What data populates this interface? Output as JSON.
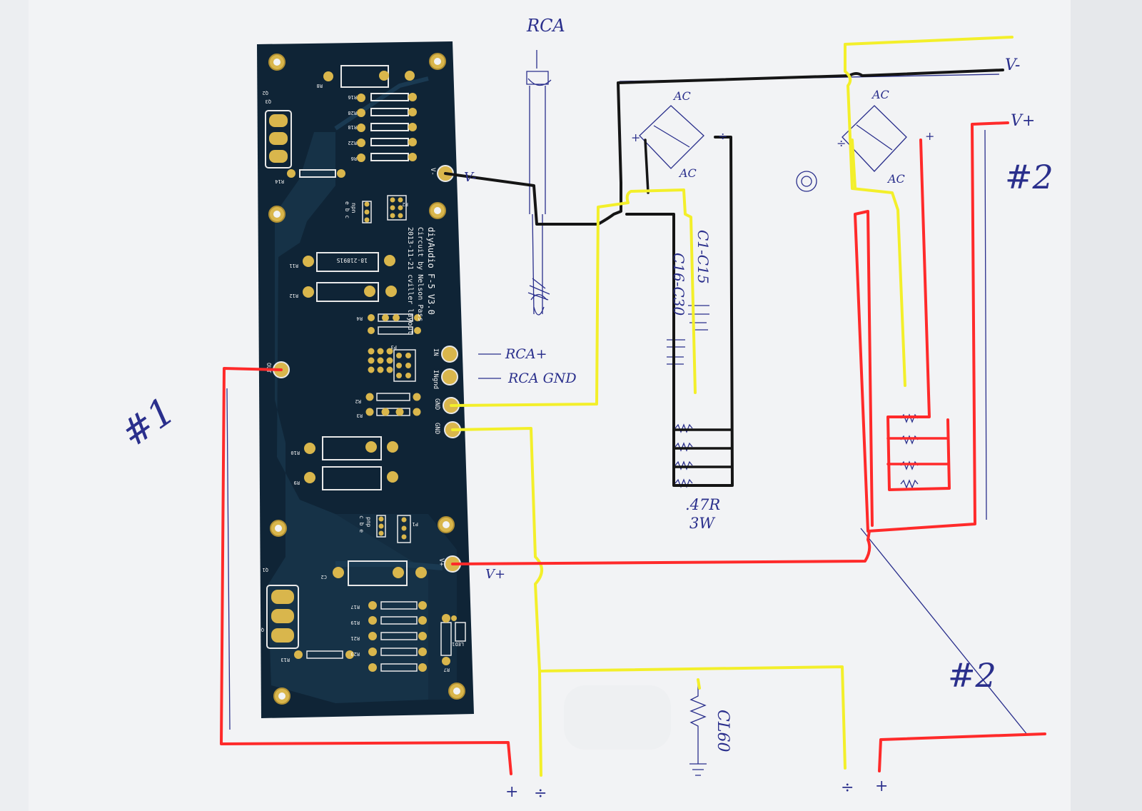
{
  "colors": {
    "board": "#0f2436",
    "gold": "#d9b64c",
    "paper": "#eceef1",
    "wire_red": "#ff2a2a",
    "wire_yellow": "#f3ef2a",
    "wire_black": "#151515",
    "pencil_blue": "#2a2f8c"
  },
  "handwriting": {
    "rca_top": "RCA",
    "v_minus": "V-",
    "v_plus": "V+",
    "ac_1a": "AC",
    "ac_1b": "AC",
    "ac_2a": "AC",
    "ac_2b": "AC",
    "caps_1": "C1-C15",
    "caps_2": "C16-C30",
    "rca_in": "RCA+",
    "rca_gnd": "RCA GND",
    "resistor_value": ".47R",
    "resistor_power": "3W",
    "board_1": "#1",
    "supply_2_top": "#2",
    "supply_2_bottom": "#2",
    "cl60": "CL60",
    "v_minus_pad": "V-",
    "v_plus_pad": "V+",
    "plus_left": "+",
    "gnd_left": "÷",
    "gnd_right": "÷",
    "plus_right": "+"
  },
  "pcb": {
    "title": "diyAudio F-5 V3.0",
    "credit": "Circuit by Nelson Pass",
    "date_line": "2013-11-21 cviller layout",
    "pad_labels": {
      "v_minus": "V-",
      "in": "IN",
      "ingnd": "INgnd",
      "gnd1": "GND",
      "gnd2": "GND",
      "v_plus": "V+",
      "out": "OUT"
    },
    "refs": [
      "R8",
      "R16",
      "R28",
      "R18",
      "R22",
      "R6",
      "R14",
      "Q3",
      "R11",
      "R12",
      "R4",
      "R2",
      "R3",
      "P3",
      "P2",
      "R10",
      "R9",
      "Q4",
      "P1",
      "C2",
      "R17",
      "R19",
      "R21",
      "R23",
      "R13",
      "LED1",
      "R7",
      "Q1",
      "Q2"
    ],
    "transistor_labels": {
      "npn": "npn",
      "npn_pins": "e b c",
      "pnp": "pnp",
      "pnp_pins": "c b e"
    },
    "part_marks": {
      "r11": "18-21891S"
    }
  }
}
